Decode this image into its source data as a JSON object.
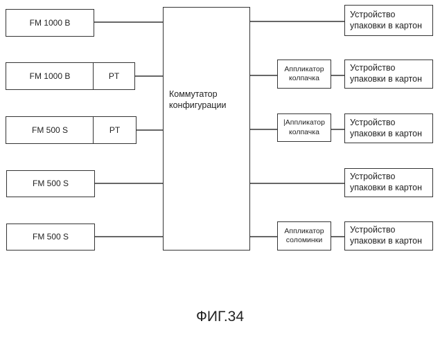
{
  "sources": [
    {
      "label": "FM 1000 B",
      "module": null
    },
    {
      "label": "FM 1000 B",
      "module": "PT"
    },
    {
      "label": "FM 500 S",
      "module": "PT"
    },
    {
      "label": "FM 500 S",
      "module": null
    },
    {
      "label": "FM 500 S",
      "module": null
    }
  ],
  "switch": {
    "line1": "Коммутатор",
    "line2": "конфигурации"
  },
  "applicators": [
    {
      "line1": "Аппликатор",
      "line2": "колпачка"
    },
    {
      "line1": "|Аппликатор",
      "line2": "колпачка"
    },
    {
      "line1": "Аппликатор",
      "line2": "соломинки"
    }
  ],
  "packers": [
    {
      "line1": "Устройство",
      "line2": "упаковки в картон"
    },
    {
      "line1": "Устройство",
      "line2": "упаковки в картон"
    },
    {
      "line1": "Устройство",
      "line2": "упаковки в картон"
    },
    {
      "line1": "Устройство",
      "line2": "упаковки в картон"
    },
    {
      "line1": "Устройство",
      "line2": "упаковки в картон"
    }
  ],
  "caption": "ФИГ.34"
}
